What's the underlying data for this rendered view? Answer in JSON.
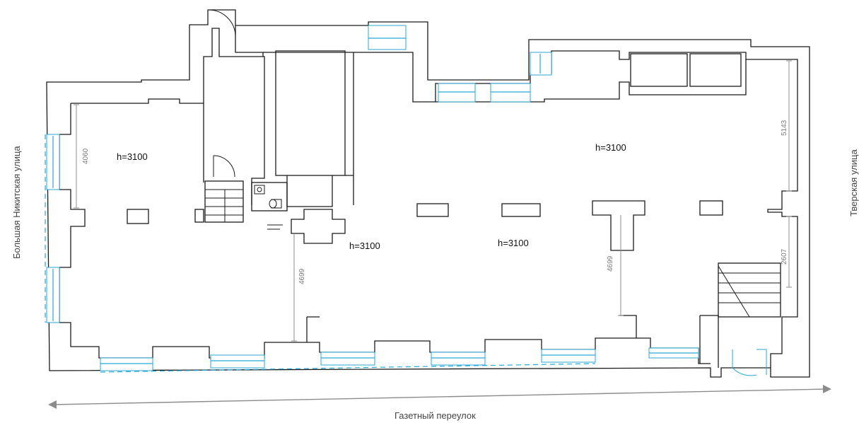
{
  "plan": {
    "rooms": [
      {
        "id": "room-left",
        "height_label": "h=3100"
      },
      {
        "id": "room-top-right",
        "height_label": "h=3100"
      },
      {
        "id": "room-center-left",
        "height_label": "h=3100"
      },
      {
        "id": "room-center-right",
        "height_label": "h=3100"
      }
    ],
    "dimensions": [
      {
        "id": "left-room-depth",
        "value": "4060"
      },
      {
        "id": "center-depth",
        "value": "4699"
      },
      {
        "id": "right-depth",
        "value": "4699"
      },
      {
        "id": "right-upper-depth",
        "value": "5143"
      },
      {
        "id": "right-lower-depth",
        "value": "2607"
      }
    ],
    "streets": {
      "left": "Большая Никитская улица",
      "right": "Тверская улица",
      "bottom": "Газетный переулок"
    },
    "colors": {
      "wall": "#1a1a1a",
      "window": "#2aa7d6",
      "dimension": "#8c8c8c"
    }
  }
}
